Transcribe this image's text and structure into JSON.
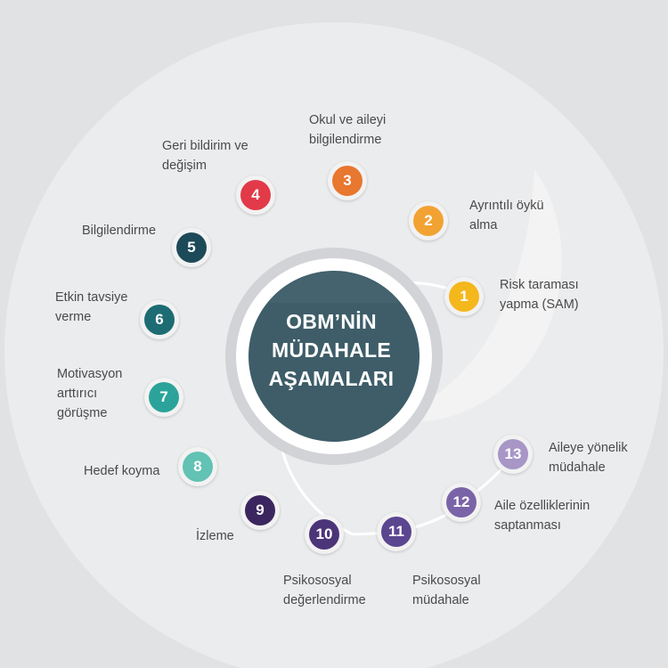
{
  "center": {
    "lines": [
      "OBM’NİN",
      "MÜDAHALE",
      "AŞAMALARI"
    ],
    "color": "#3e5d68"
  },
  "steps": [
    {
      "number": "1",
      "lines": [
        "Risk taraması",
        "yapma (SAM)"
      ],
      "color": "#f4b71c"
    },
    {
      "number": "2",
      "lines": [
        "Ayrıntılı öykü",
        "alma"
      ],
      "color": "#f2a233"
    },
    {
      "number": "3",
      "lines": [
        "Okul ve aileyi",
        "bilgilendirme"
      ],
      "color": "#e8772f"
    },
    {
      "number": "4",
      "lines": [
        "Geri bildirim ve",
        "değişim"
      ],
      "color": "#e23a48"
    },
    {
      "number": "5",
      "lines": [
        "Bilgilendirme"
      ],
      "color": "#1c4a58"
    },
    {
      "number": "6",
      "lines": [
        "Etkin tavsiye",
        "verme"
      ],
      "color": "#1d6c74"
    },
    {
      "number": "7",
      "lines": [
        "Motivasyon",
        "arttırıcı",
        "görüşme"
      ],
      "color": "#2ba39a"
    },
    {
      "number": "8",
      "lines": [
        "Hedef koyma"
      ],
      "color": "#62c2b3"
    },
    {
      "number": "9",
      "lines": [
        "İzleme"
      ],
      "color": "#3b2660"
    },
    {
      "number": "10",
      "lines": [
        "Psikososyal",
        "değerlendirme"
      ],
      "color": "#4c3479"
    },
    {
      "number": "11",
      "lines": [
        "Psikososyal",
        "müdahale"
      ],
      "color": "#5b4690"
    },
    {
      "number": "12",
      "lines": [
        "Aile özelliklerinin",
        "saptanması"
      ],
      "color": "#7a64a8"
    },
    {
      "number": "13",
      "lines": [
        "Aileye yönelik",
        "müdahale"
      ],
      "color": "#a796c6"
    }
  ]
}
